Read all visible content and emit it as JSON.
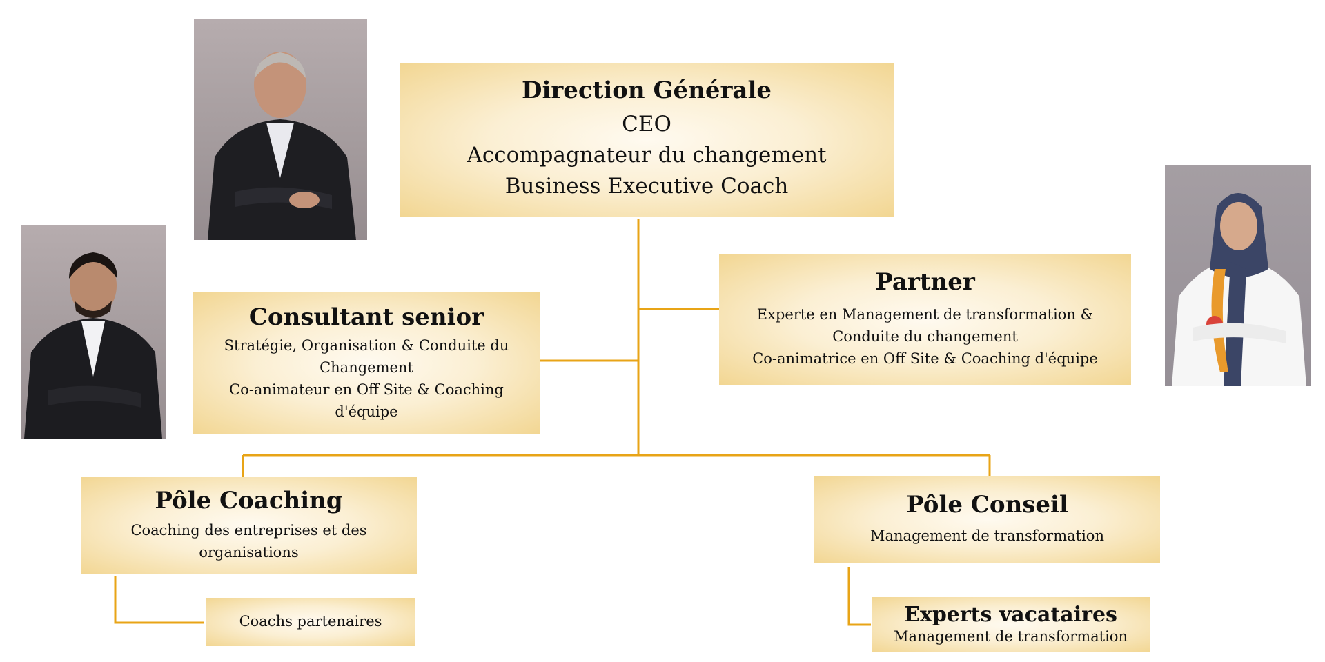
{
  "nodes": {
    "direction": {
      "title": "Direction Générale",
      "lines": [
        "CEO",
        "Accompagnateur du changement",
        "Business Executive Coach"
      ]
    },
    "partner": {
      "title": "Partner",
      "lines": [
        "Experte en Management de transformation &",
        "Conduite du changement",
        "Co-animatrice en Off Site & Coaching d'équipe"
      ]
    },
    "consultant": {
      "title": "Consultant senior",
      "lines": [
        "Stratégie, Organisation & Conduite du",
        "Changement",
        "Co-animateur en Off Site & Coaching",
        "d'équipe"
      ]
    },
    "pole_coaching": {
      "title": "Pôle Coaching",
      "lines": [
        "Coaching des entreprises et des",
        "organisations"
      ]
    },
    "pole_conseil": {
      "title": "Pôle Conseil",
      "lines": [
        "Management de transformation"
      ]
    },
    "coachs": {
      "label": "Coachs partenaires"
    },
    "experts": {
      "title": "Experts vacataires",
      "lines": [
        "Management de transformation"
      ]
    }
  },
  "colors": {
    "connector": "#e8a417",
    "box_center": "#fffaf0",
    "box_edge": "#f2d692"
  }
}
